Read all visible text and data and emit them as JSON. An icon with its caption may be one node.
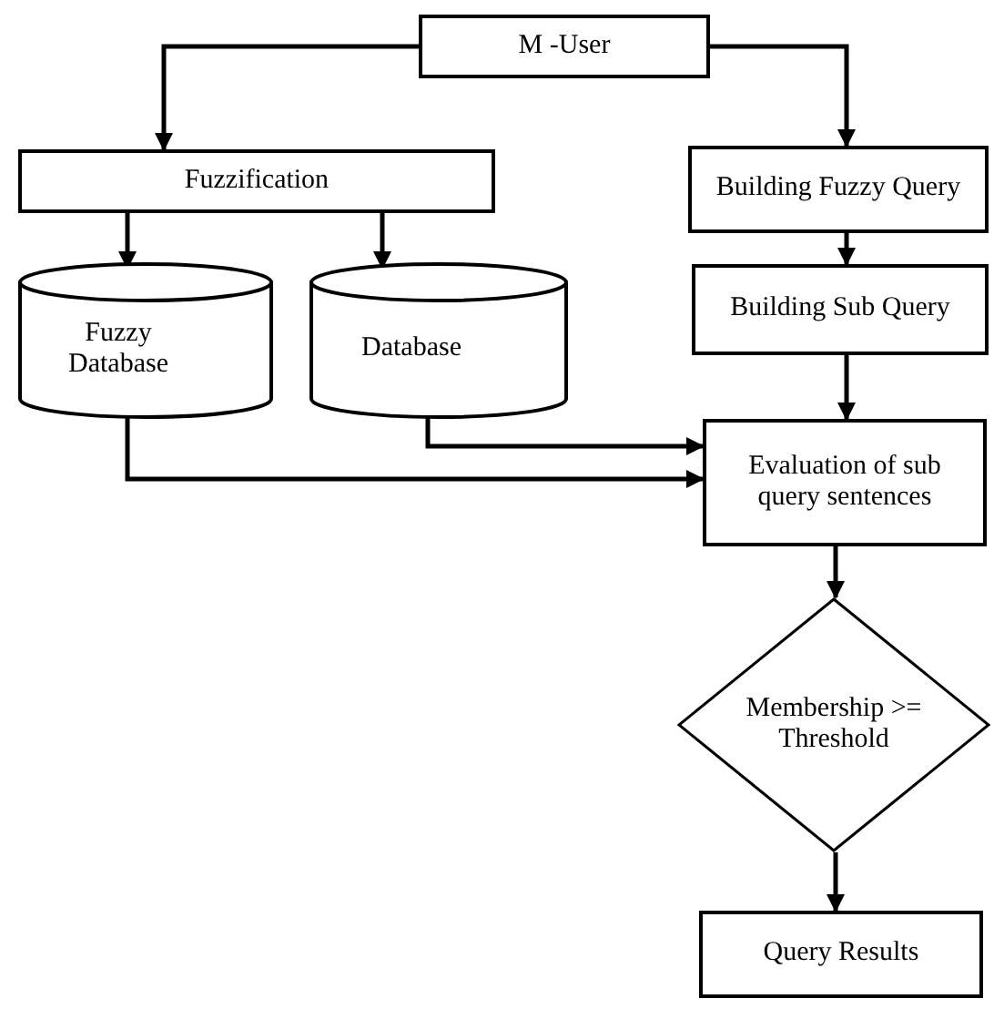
{
  "diagram": {
    "nodes": [
      {
        "text": [
          "M -User"
        ]
      },
      {
        "text": [
          "Fuzzification"
        ]
      },
      {
        "text": [
          "Building Fuzzy Query"
        ]
      },
      {
        "text": [
          "Fuzzy Database"
        ]
      },
      {
        "text": [
          "Database"
        ]
      },
      {
        "text": [
          "Building Sub Query"
        ]
      },
      {
        "text": [
          "Evaluation of sub query sentences"
        ]
      },
      {
        "text": [
          "Membership >= Threshold"
        ]
      },
      {
        "text": [
          "Query Results"
        ]
      }
    ],
    "edges": [
      {
        "from": 0,
        "to": 1,
        "arrow": "to"
      },
      {
        "from": 0,
        "to": 2,
        "arrow": "to"
      },
      {
        "from": 1,
        "to": 3,
        "arrow": "to"
      },
      {
        "from": 1,
        "to": 4,
        "arrow": "to"
      },
      {
        "from": 2,
        "to": 5,
        "arrow": "to"
      },
      {
        "from": 5,
        "to": 6,
        "arrow": "to"
      },
      {
        "from": 4,
        "to": 6,
        "arrow": "to"
      },
      {
        "from": 3,
        "to": 6,
        "arrow": "to"
      },
      {
        "from": 6,
        "to": 7,
        "arrow": "to"
      },
      {
        "from": 7,
        "to": 8,
        "arrow": "to"
      }
    ]
  }
}
